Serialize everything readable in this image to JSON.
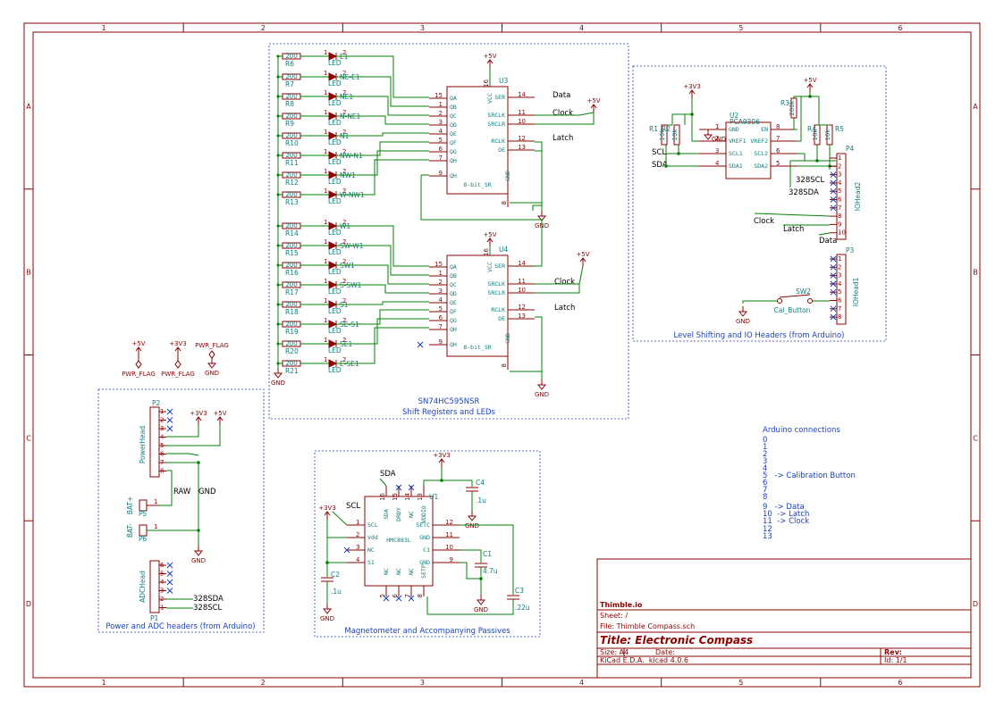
{
  "frame": {
    "cols": [
      "1",
      "2",
      "3",
      "4",
      "5",
      "6"
    ],
    "rows": [
      "A",
      "B",
      "C",
      "D"
    ]
  },
  "sheets": {
    "shift": "SN74HC595NSR",
    "shift_sub": "Shift Registers and LEDs",
    "level": "Level Shifting and IO Headers (from Arduino)",
    "power": "Power and ADC headers (from Arduino)",
    "mag": "Magnetometer and Accompanying Passives"
  },
  "u3": {
    "ref": "U3",
    "val": "8-bit_SR",
    "pins_left": [
      "QA",
      "QB",
      "QC",
      "QD",
      "QE",
      "QF",
      "QG",
      "QH",
      "QH"
    ],
    "nums_left": [
      "15",
      "1",
      "2",
      "3",
      "4",
      "5",
      "6",
      "7",
      "9"
    ],
    "pins_right": [
      "SER",
      "SRCLK",
      "SRCLR",
      "RCLK",
      "OE"
    ],
    "nums_right": [
      "14",
      "11",
      "10",
      "12",
      "13"
    ],
    "vcc": "VCC",
    "vcc_num": "16",
    "gnd": "GND",
    "gnd_num": "8"
  },
  "u4": {
    "ref": "U4",
    "val": "8-bit_SR",
    "pins_left": [
      "QA",
      "QB",
      "QC",
      "QD",
      "QE",
      "QF",
      "QG",
      "QH",
      "QH"
    ],
    "nums_left": [
      "15",
      "1",
      "2",
      "3",
      "4",
      "5",
      "6",
      "7",
      "9"
    ],
    "pins_right": [
      "SER",
      "SRCLK",
      "SRCLR",
      "RCLK",
      "OE"
    ],
    "nums_right": [
      "14",
      "11",
      "10",
      "12",
      "13"
    ],
    "vcc": "VCC",
    "vcc_num": "16",
    "gnd": "GND",
    "gnd_num": "8"
  },
  "res_vals": [
    "200",
    "200",
    "200",
    "200",
    "200",
    "200",
    "200",
    "200",
    "200",
    "200",
    "200",
    "200",
    "200",
    "200",
    "200",
    "200"
  ],
  "res_refs": [
    "R6",
    "R7",
    "R8",
    "R9",
    "R10",
    "R11",
    "R12",
    "R13",
    "R14",
    "R15",
    "R16",
    "R17",
    "R18",
    "R19",
    "R20",
    "R21"
  ],
  "led_names": [
    "E1",
    "NE-E1",
    "NE1",
    "N-NE1",
    "N1",
    "NW-N1",
    "NW1",
    "W-NW1",
    "W1",
    "SW-W1",
    "SW1",
    "S-SW1",
    "S1",
    "SE-S1",
    "SE1",
    "E-SE1"
  ],
  "led_val": "LED",
  "led_pin1": "1",
  "led_pin2": "2",
  "nets": {
    "data": "Data",
    "clock": "Clock",
    "latch": "Latch",
    "scl": "SCL",
    "sda": "SDA",
    "scl328": "328SCL",
    "sda328": "328SDA",
    "raw": "RAW",
    "gnd": "GND"
  },
  "power": {
    "p5v": "+5V",
    "p3v3": "+3V3",
    "gnd": "GND",
    "flag": "PWR_FLAG"
  },
  "u2": {
    "ref": "U2",
    "val": "PCA9306",
    "pins_left": [
      "GND",
      "VREF1",
      "SCL1",
      "SDA1"
    ],
    "nums_left": [
      "1",
      "2",
      "3",
      "4"
    ],
    "pins_right": [
      "EN",
      "VREF2",
      "SCL2",
      "SDA2"
    ],
    "nums_right": [
      "8",
      "7",
      "6",
      "5"
    ]
  },
  "lvl_res": [
    {
      "ref": "R1",
      "val": "10k"
    },
    {
      "ref": "R2",
      "val": "10k"
    },
    {
      "ref": "R3",
      "val": "200k"
    },
    {
      "ref": "R4",
      "val": "10k"
    },
    {
      "ref": "R5",
      "val": "10k"
    }
  ],
  "p4": {
    "ref": "P4",
    "val": "IOHead2",
    "nums": [
      "1",
      "2",
      "3",
      "4",
      "5",
      "6",
      "7",
      "8",
      "9",
      "10"
    ]
  },
  "p3": {
    "ref": "P3",
    "val": "IOHead1",
    "nums": [
      "1",
      "2",
      "3",
      "4",
      "5",
      "6",
      "7",
      "8"
    ]
  },
  "sw2": {
    "ref": "SW2",
    "val": "Cal_Button"
  },
  "p2": {
    "ref": "P2",
    "val": "PowerHead",
    "nums": [
      "1",
      "2",
      "3",
      "4",
      "5",
      "6",
      "7",
      "8"
    ]
  },
  "p5": {
    "ref": "P5",
    "val": "BAT+",
    "num": "1"
  },
  "p6": {
    "ref": "P6",
    "val": "BAT-",
    "num": "1"
  },
  "p1": {
    "ref": "P1",
    "val": "ADCHead",
    "nums": [
      "6",
      "5",
      "4",
      "3",
      "2",
      "1"
    ]
  },
  "u1": {
    "ref": "U1",
    "val": "HMC883L",
    "top": [
      "SDA",
      "DRDY",
      "NC",
      "VDDIO"
    ],
    "top_nums": [
      "16",
      "15",
      "14",
      "13"
    ],
    "left": [
      "SCL",
      "Vdd",
      "NC",
      "S1"
    ],
    "left_nums": [
      "1",
      "2",
      "3",
      "4"
    ],
    "right": [
      "SETC",
      "GND",
      "C1",
      "GND"
    ],
    "right_nums": [
      "12",
      "11",
      "10",
      "9"
    ],
    "bottom": [
      "NC",
      "NC",
      "NC",
      "SETP"
    ],
    "bottom_nums": [
      "5",
      "6",
      "7",
      "8"
    ]
  },
  "caps": [
    {
      "ref": "C4",
      "val": ".1u"
    },
    {
      "ref": "C1",
      "val": "4.7u"
    },
    {
      "ref": "C2",
      "val": ".1u"
    },
    {
      "ref": "C3",
      "val": ".22u"
    }
  ],
  "notes": {
    "heading": "Arduino connections",
    "lines": [
      "0",
      "1",
      "2",
      "3",
      "4",
      "5   -> Calibration Button",
      "6",
      "7",
      "8",
      "9   -> Data",
      "10  -> Latch",
      "11  -> Clock",
      "12",
      "13"
    ]
  },
  "title_block": {
    "company": "Thimble.io",
    "sheet": "Sheet: /",
    "file": "File: Thimble Compass.sch",
    "title": "Title: Electronic Compass",
    "size": "Size: A4",
    "date": "Date:",
    "rev": "Rev:",
    "tool": "KiCad E.D.A.  kicad 4.0.6",
    "id": "Id: 1/1"
  }
}
